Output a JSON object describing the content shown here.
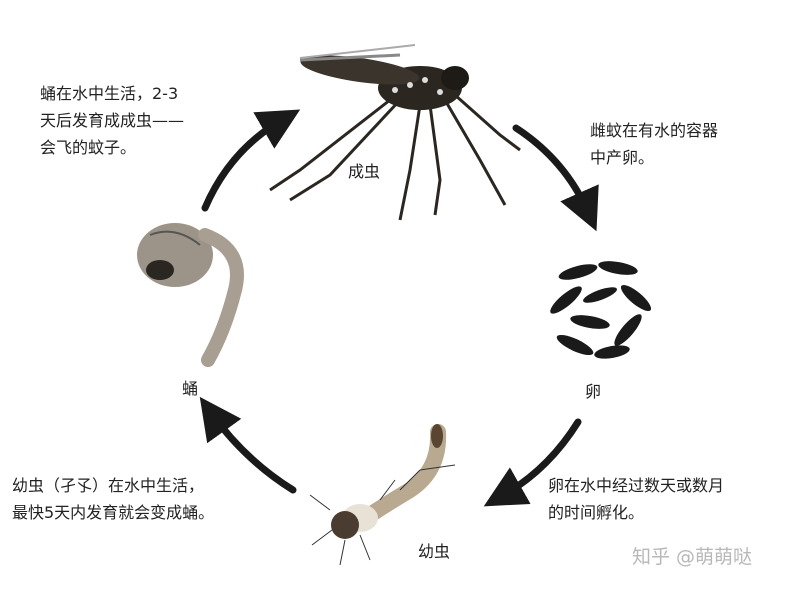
{
  "stages": {
    "adult": {
      "label": "成虫",
      "caption_lines": [
        "雌蚊在有水的容器",
        "中产卵。"
      ]
    },
    "egg": {
      "label": "卵",
      "caption_lines": [
        "卵在水中经过数天或数月",
        "的时间孵化。"
      ]
    },
    "larva": {
      "label": "幼虫",
      "caption_lines": [
        "幼虫（孑孓）在水中生活，",
        "最快5天内发育就会变成蛹。"
      ]
    },
    "pupa": {
      "label": "蛹",
      "caption_lines": [
        "蛹在水中生活，2-3",
        "天后发育成成虫——",
        "会飞的蚊子。"
      ]
    }
  },
  "watermark": "知乎 @萌萌哒",
  "colors": {
    "arrow": "#1a1a1a",
    "text": "#222222",
    "watermark": "#b8b8b8"
  }
}
